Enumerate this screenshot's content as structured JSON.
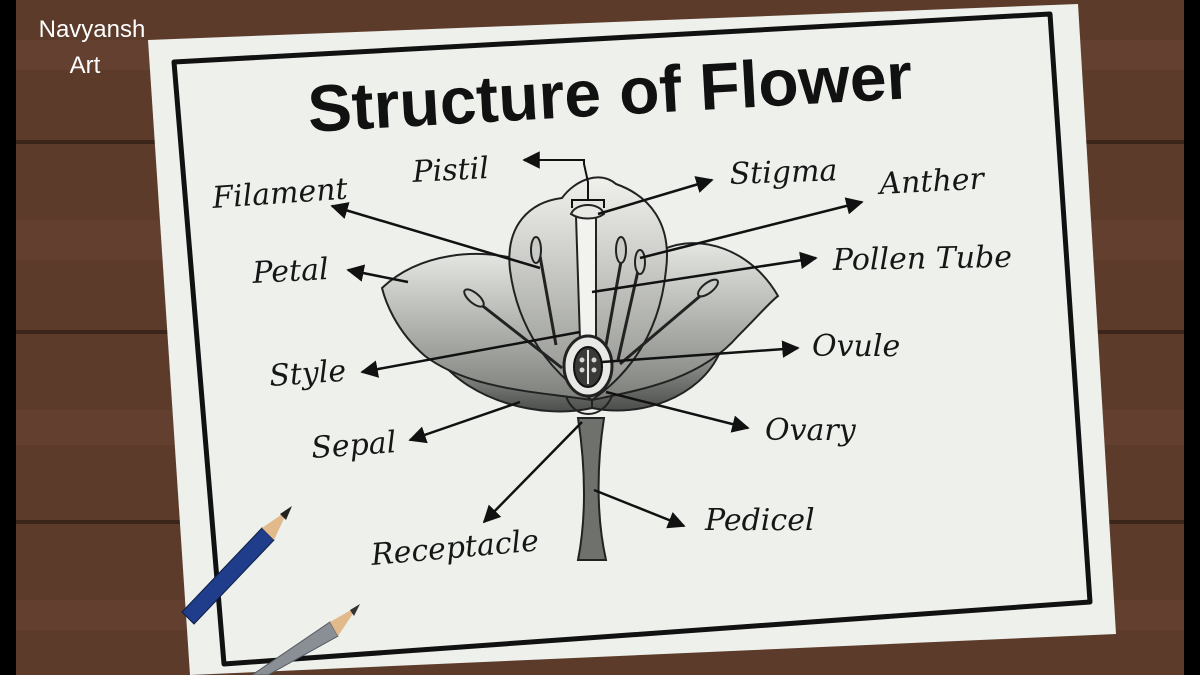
{
  "watermark": {
    "line1": "Navyansh",
    "line2": "Art"
  },
  "diagram": {
    "title": "Structure of Flower",
    "labels": {
      "filament": "Filament",
      "pistil": "Pistil",
      "stigma": "Stigma",
      "anther": "Anther",
      "petal": "Petal",
      "pollen_tube": "Pollen Tube",
      "style": "Style",
      "ovule": "Ovule",
      "sepal": "Sepal",
      "ovary": "Ovary",
      "receptacle": "Receptacle",
      "pedicel": "Pedicel"
    }
  },
  "colors": {
    "table_wood": "#5a3a2a",
    "paper": "#eef0ec",
    "ink": "#111111",
    "pencil_blue": "#1f3d8a",
    "pencil_grey": "#8a8f96"
  },
  "props": [
    "blue-pencil",
    "grey-pencil"
  ]
}
